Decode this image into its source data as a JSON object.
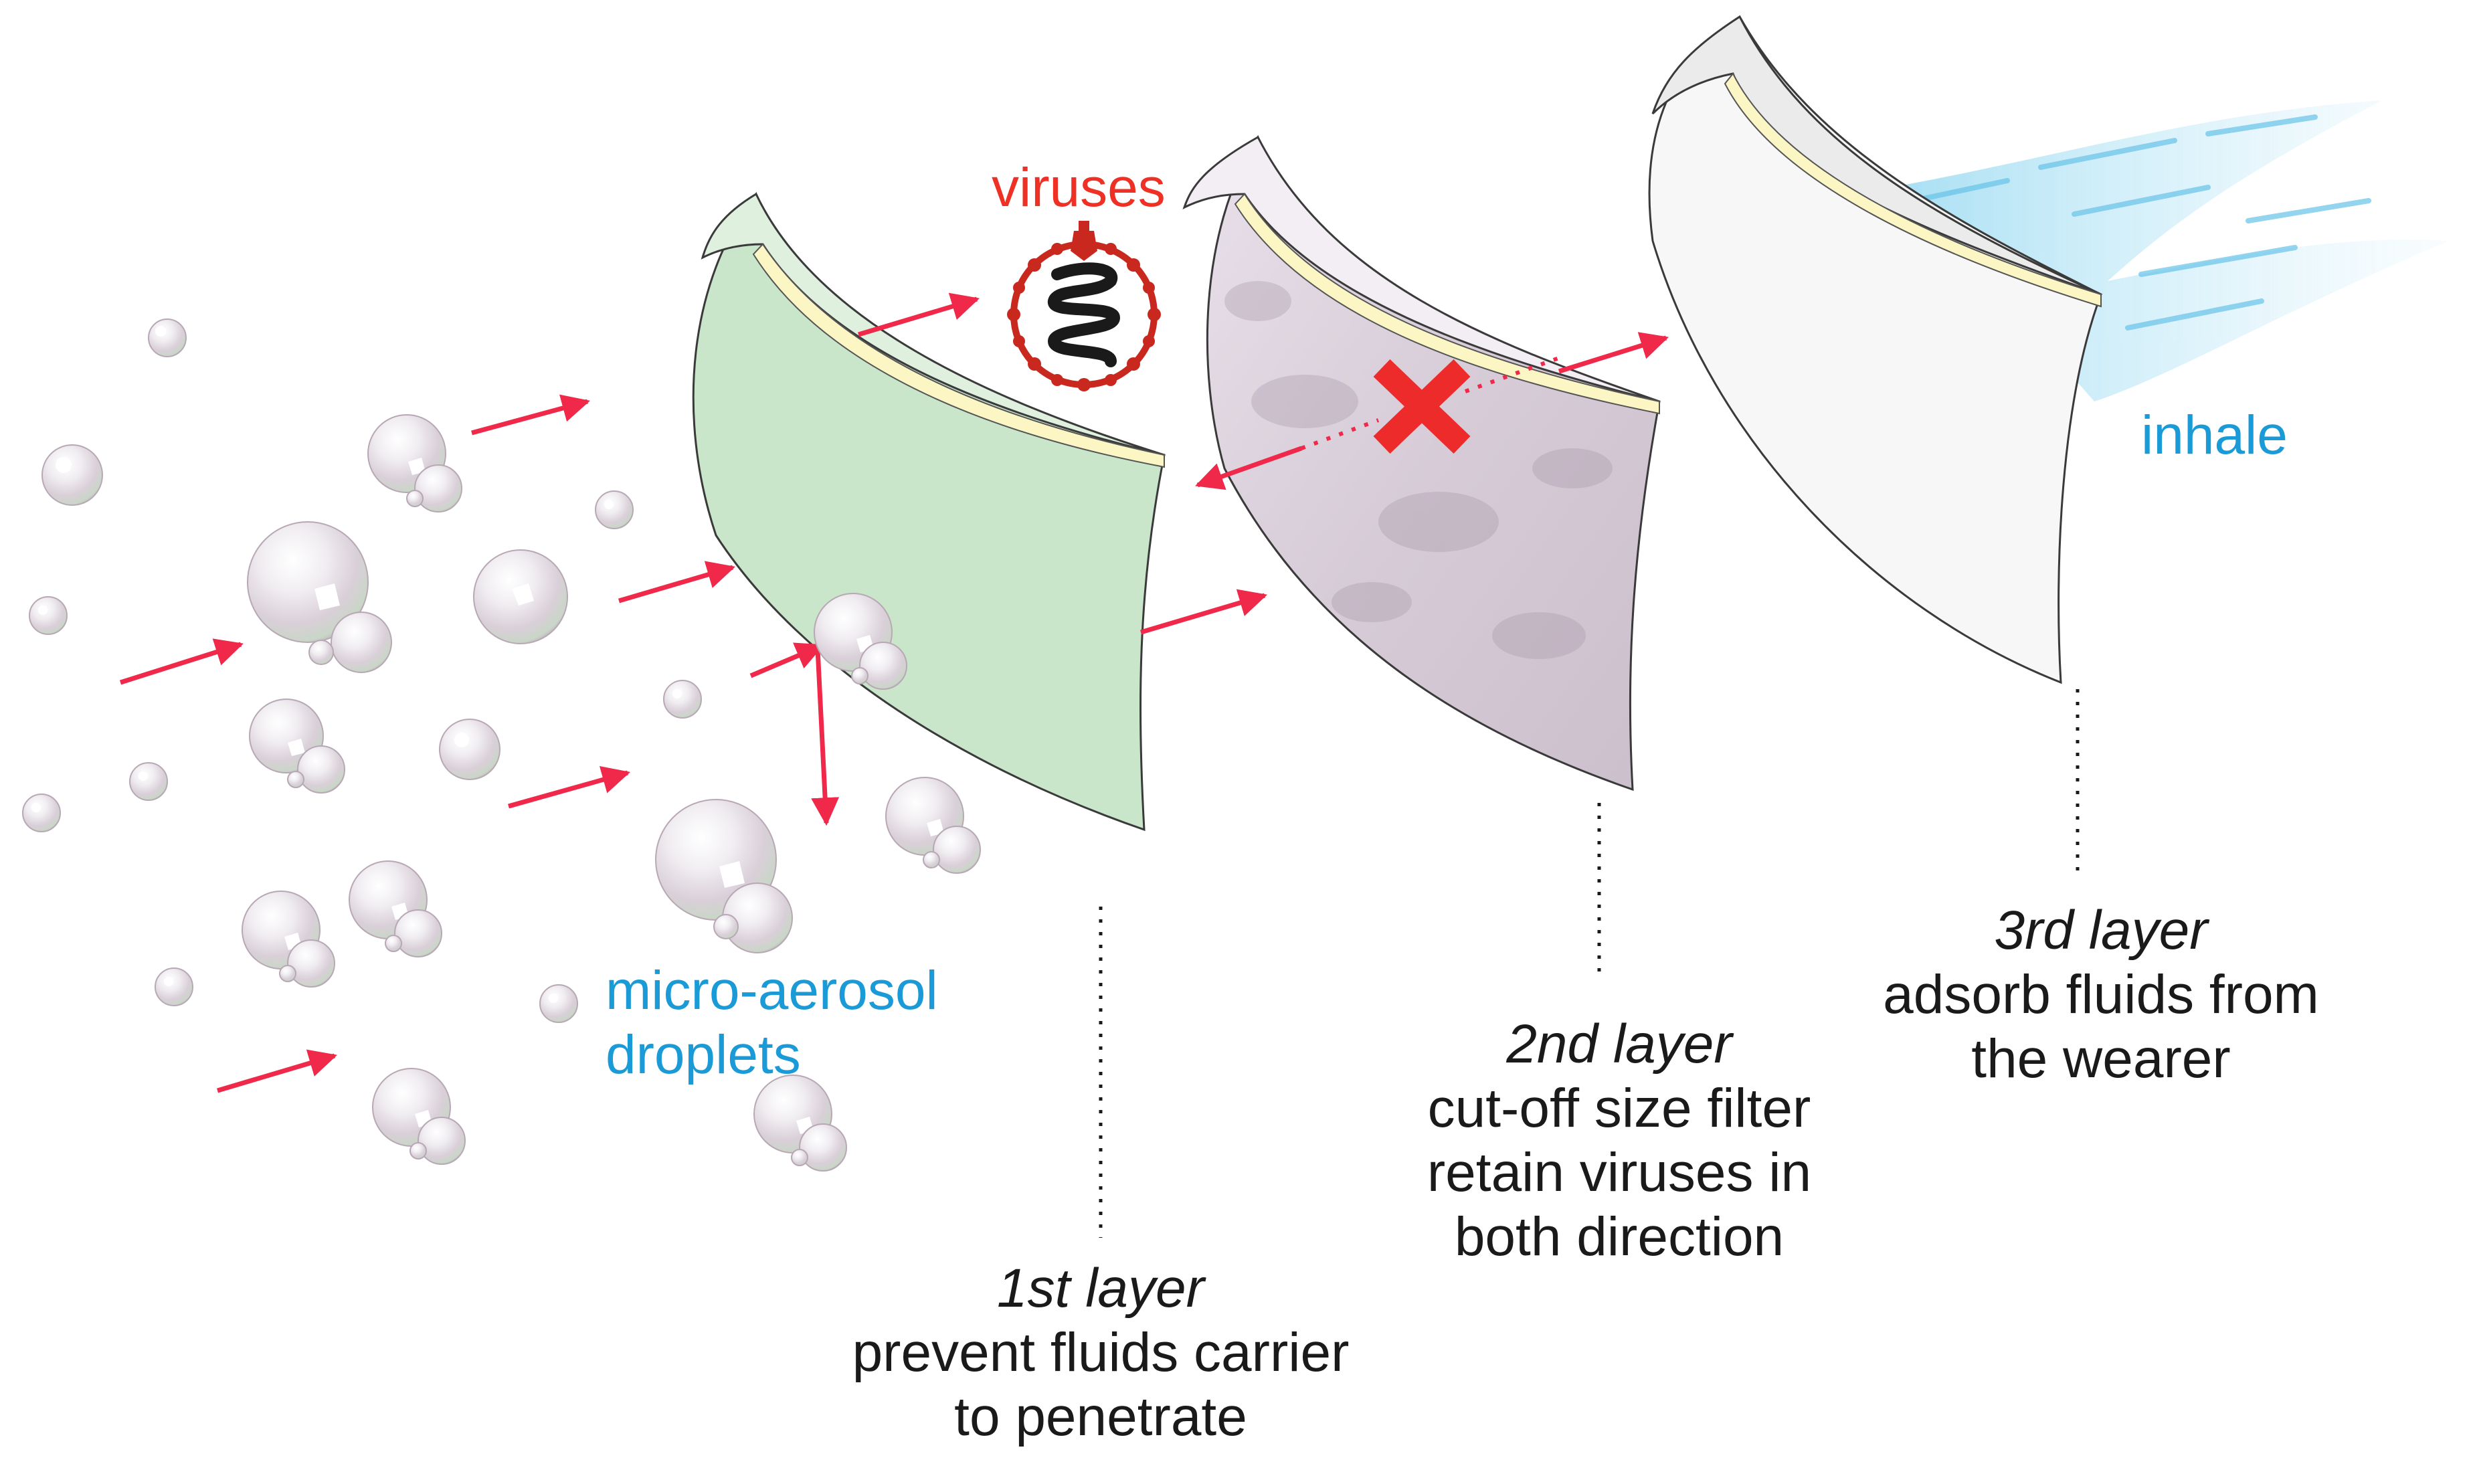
{
  "labels": {
    "viruses": "viruses",
    "inhale": "inhale",
    "droplets_line1": "micro-aerosol",
    "droplets_line2": "droplets"
  },
  "layers": [
    {
      "title": "1st layer",
      "lines": [
        "prevent fluids carrier",
        "to penetrate"
      ]
    },
    {
      "title": "2nd layer",
      "lines": [
        "cut-off size filter",
        "retain viruses in",
        "both direction"
      ]
    },
    {
      "title": "3rd layer",
      "lines": [
        "adsorb fluids from",
        "the wearer"
      ]
    }
  ],
  "colors": {
    "arrow": "#f0284a",
    "virus_label": "#ee3124",
    "blue_label": "#1a9ad6",
    "layer1_fill": "#c9e6cb",
    "layer2_fill": "#ddd3dd",
    "layer3_fill": "#f7f7f7",
    "rim": "#fbf6c4",
    "block_x": "#ee2b2b"
  }
}
